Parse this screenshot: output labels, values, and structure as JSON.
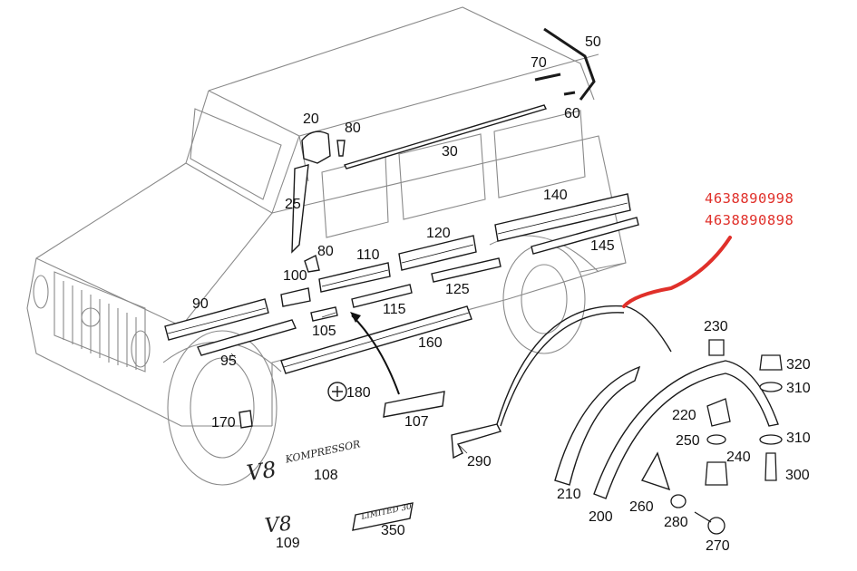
{
  "callouts": {
    "c20": "20",
    "c25": "25",
    "c30": "30",
    "c50": "50",
    "c60": "60",
    "c70": "70",
    "c80a": "80",
    "c80b": "80",
    "c90": "90",
    "c95": "95",
    "c100": "100",
    "c105": "105",
    "c107": "107",
    "c108": "108",
    "c109": "109",
    "c110": "110",
    "c115": "115",
    "c120": "120",
    "c125": "125",
    "c140": "140",
    "c145": "145",
    "c160": "160",
    "c170": "170",
    "c180": "180",
    "c200": "200",
    "c210": "210",
    "c220": "220",
    "c230": "230",
    "c240": "240",
    "c250": "250",
    "c260": "260",
    "c270": "270",
    "c280": "280",
    "c290": "290",
    "c300": "300",
    "c310a": "310",
    "c310b": "310",
    "c320": "320",
    "c350": "350"
  },
  "part_numbers": [
    "4638890998",
    "4638890898"
  ],
  "emblems": {
    "v8_kompressor_big": "V8",
    "v8_kompressor_small": "KOMPRESSOR",
    "v8": "V8",
    "limited": "LIMITED 30"
  },
  "colors": {
    "annotation": "#e0302a",
    "line": "#555555"
  }
}
